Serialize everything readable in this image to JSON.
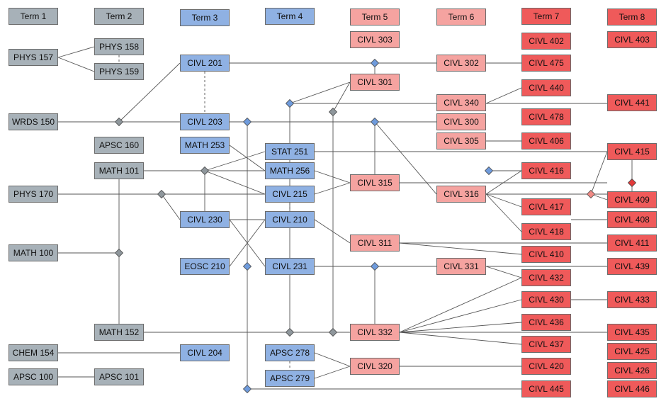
{
  "colors": {
    "grey": "#a7b1b8",
    "blue": "#8fb1e3",
    "pink": "#f5a3a0",
    "red": "#ef5a5a",
    "line": "#555555",
    "diamond_grey": "#8f979c",
    "diamond_blue": "#6f9bdc",
    "diamond_pink": "#f08a85",
    "diamond_red": "#e23a3a"
  },
  "terms": [
    {
      "id": "term1",
      "label": "Term 1"
    },
    {
      "id": "term2",
      "label": "Term 2"
    },
    {
      "id": "term3",
      "label": "Term 3"
    },
    {
      "id": "term4",
      "label": "Term 4"
    },
    {
      "id": "term5",
      "label": "Term 5"
    },
    {
      "id": "term6",
      "label": "Term 6"
    },
    {
      "id": "term7",
      "label": "Term 7"
    },
    {
      "id": "term8",
      "label": "Term 8"
    }
  ],
  "courses": [
    {
      "id": "PHYS157",
      "label": "PHYS 157"
    },
    {
      "id": "WRDS150",
      "label": "WRDS 150"
    },
    {
      "id": "PHYS170",
      "label": "PHYS 170"
    },
    {
      "id": "MATH100",
      "label": "MATH 100"
    },
    {
      "id": "CHEM154",
      "label": "CHEM 154"
    },
    {
      "id": "APSC100",
      "label": "APSC 100"
    },
    {
      "id": "PHYS158",
      "label": "PHYS 158"
    },
    {
      "id": "PHYS159",
      "label": "PHYS 159"
    },
    {
      "id": "APSC160",
      "label": "APSC 160"
    },
    {
      "id": "MATH101",
      "label": "MATH 101"
    },
    {
      "id": "MATH152",
      "label": "MATH 152"
    },
    {
      "id": "APSC101",
      "label": "APSC 101"
    },
    {
      "id": "CIVL201",
      "label": "CIVL 201"
    },
    {
      "id": "CIVL203",
      "label": "CIVL 203"
    },
    {
      "id": "MATH253",
      "label": "MATH 253"
    },
    {
      "id": "CIVL230",
      "label": "CIVL 230"
    },
    {
      "id": "EOSC210",
      "label": "EOSC 210"
    },
    {
      "id": "CIVL204",
      "label": "CIVL 204"
    },
    {
      "id": "STAT251",
      "label": "STAT 251"
    },
    {
      "id": "MATH256",
      "label": "MATH 256"
    },
    {
      "id": "CIVL215",
      "label": "CIVL 215"
    },
    {
      "id": "CIVL210",
      "label": "CIVL 210"
    },
    {
      "id": "CIVL231",
      "label": "CIVL 231"
    },
    {
      "id": "APSC278",
      "label": "APSC 278"
    },
    {
      "id": "APSC279",
      "label": "APSC 279"
    },
    {
      "id": "CIVL303",
      "label": "CIVL 303"
    },
    {
      "id": "CIVL301",
      "label": "CIVL 301"
    },
    {
      "id": "CIVL315",
      "label": "CIVL 315"
    },
    {
      "id": "CIVL311",
      "label": "CIVL 311"
    },
    {
      "id": "CIVL332",
      "label": "CIVL 332"
    },
    {
      "id": "CIVL320",
      "label": "CIVL 320"
    },
    {
      "id": "CIVL302",
      "label": "CIVL 302"
    },
    {
      "id": "CIVL340",
      "label": "CIVL 340"
    },
    {
      "id": "CIVL300",
      "label": "CIVL 300"
    },
    {
      "id": "CIVL305",
      "label": "CIVL 305"
    },
    {
      "id": "CIVL316",
      "label": "CIVL 316"
    },
    {
      "id": "CIVL331",
      "label": "CIVL 331"
    },
    {
      "id": "CIVL402",
      "label": "CIVL 402"
    },
    {
      "id": "CIVL475",
      "label": "CIVL 475"
    },
    {
      "id": "CIVL440",
      "label": "CIVL 440"
    },
    {
      "id": "CIVL478",
      "label": "CIVL 478"
    },
    {
      "id": "CIVL406",
      "label": "CIVL 406"
    },
    {
      "id": "CIVL416",
      "label": "CIVL 416"
    },
    {
      "id": "CIVL417",
      "label": "CIVL 417"
    },
    {
      "id": "CIVL418",
      "label": "CIVL 418"
    },
    {
      "id": "CIVL410",
      "label": "CIVL 410"
    },
    {
      "id": "CIVL432",
      "label": "CIVL 432"
    },
    {
      "id": "CIVL430",
      "label": "CIVL 430"
    },
    {
      "id": "CIVL436",
      "label": "CIVL 436"
    },
    {
      "id": "CIVL437",
      "label": "CIVL 437"
    },
    {
      "id": "CIVL420",
      "label": "CIVL 420"
    },
    {
      "id": "CIVL445",
      "label": "CIVL 445"
    },
    {
      "id": "CIVL403",
      "label": "CIVL 403"
    },
    {
      "id": "CIVL441",
      "label": "CIVL 441"
    },
    {
      "id": "CIVL415",
      "label": "CIVL 415"
    },
    {
      "id": "CIVL409",
      "label": "CIVL 409"
    },
    {
      "id": "CIVL408",
      "label": "CIVL 408"
    },
    {
      "id": "CIVL411",
      "label": "CIVL 411"
    },
    {
      "id": "CIVL439",
      "label": "CIVL 439"
    },
    {
      "id": "CIVL433",
      "label": "CIVL 433"
    },
    {
      "id": "CIVL435",
      "label": "CIVL 435"
    },
    {
      "id": "CIVL425",
      "label": "CIVL 425"
    },
    {
      "id": "CIVL426",
      "label": "CIVL 426"
    },
    {
      "id": "CIVL446",
      "label": "CIVL 446"
    }
  ]
}
